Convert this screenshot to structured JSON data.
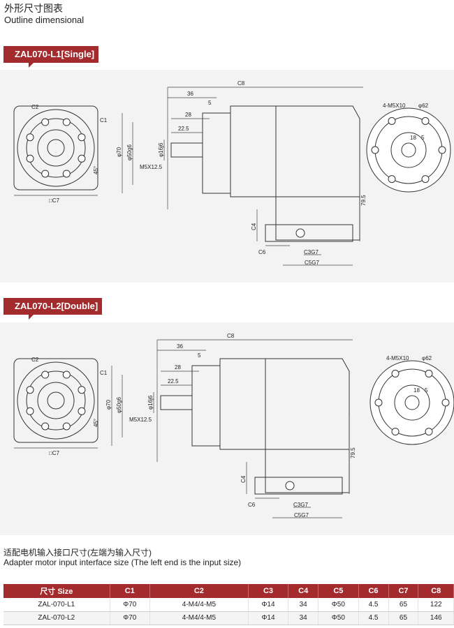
{
  "title_cn": "外形尺寸图表",
  "title_en": "Outline dimensional",
  "sections": [
    {
      "tag": "ZAL070-L1[Single]",
      "labels": {
        "c2": "C2",
        "c1": "C1",
        "ang": "45°",
        "c7": "□C7",
        "c8": "C8",
        "d36": "36",
        "d5": "5",
        "d28": "28",
        "d22": "22.5",
        "phi70": "φ70",
        "phi50": "φ50g6",
        "phi16": "φ16j6",
        "m5": "M5X12.5",
        "h79": "79.5",
        "c4": "C4",
        "c6": "C6",
        "c3": "C3G7",
        "c5": "C5G7",
        "m5x10": "4-M5X10",
        "phi62": "φ62",
        "d18": "18",
        "d5b": "5"
      }
    },
    {
      "tag": "ZAL070-L2[Double]",
      "labels": {
        "c2": "C2",
        "c1": "C1",
        "ang": "45°",
        "c7": "□C7",
        "c8": "C8",
        "d36": "36",
        "d5": "5",
        "d28": "28",
        "d22": "22.5",
        "phi70": "φ70",
        "phi50": "φ50g6",
        "phi16": "φ16j6",
        "m5": "M5X12.5",
        "h79": "79.5",
        "c4": "C4",
        "c6": "C6",
        "c3": "C3G7",
        "c5": "C5G7",
        "m5x10": "4-M5X10",
        "phi62": "φ62",
        "d18": "18",
        "d5b": "5"
      }
    }
  ],
  "adapter_cn": "适配电机输入接口尺寸(左端为输入尺寸)",
  "adapter_en": "Adapter motor input interface size (The left end is the input size)",
  "table": {
    "headers": [
      "尺寸 Size",
      "C1",
      "C2",
      "C3",
      "C4",
      "C5",
      "C6",
      "C7",
      "C8"
    ],
    "rows": [
      [
        "ZAL-070-L1",
        "Φ70",
        "4-M4/4-M5",
        "Φ14",
        "34",
        "Φ50",
        "4.5",
        "65",
        "122"
      ],
      [
        "ZAL-070-L2",
        "Φ70",
        "4-M4/4-M5",
        "Φ14",
        "34",
        "Φ50",
        "4.5",
        "65",
        "146"
      ]
    ]
  }
}
